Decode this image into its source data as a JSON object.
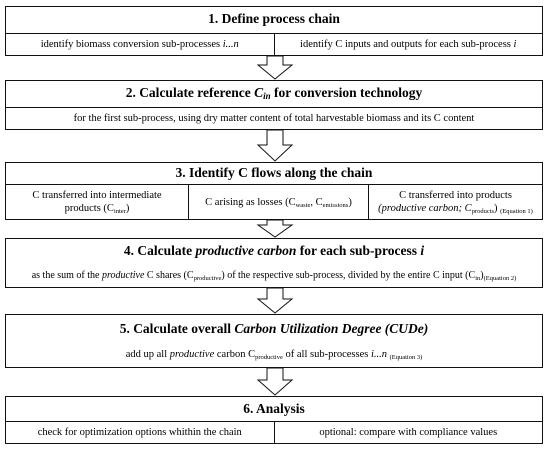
{
  "steps": [
    {
      "title": "1. Define process chain",
      "cells": [
        {
          "text": "identify biomass conversion sub-processes ",
          "ital": "i...n"
        },
        {
          "text": "identify C inputs and outputs for each sub-process ",
          "ital": "i"
        }
      ]
    },
    {
      "title_pre": "2. Calculate reference ",
      "title_sym": "C",
      "title_sub": "in",
      "title_post": " for conversion technology",
      "desc": "for the first sub-process, using dry matter content of total harvestable biomass and its C content"
    },
    {
      "title": "3. Identify C flows along the chain",
      "cells": [
        {
          "line1": "C transferred into intermediate",
          "line2": "products (C",
          "sub": "inter",
          "after": ")"
        },
        {
          "text": "C arising as losses (C",
          "sub1": "waste",
          "mid": ", C",
          "sub2": "emissions",
          "after": ")"
        },
        {
          "line1": "C transferred into products",
          "ital": "(productive carbon; C",
          "sub": "products",
          "after": ")",
          "eq": "(Equation 1)"
        }
      ]
    },
    {
      "title_pre": "4. Calculate ",
      "title_ital": "productive carbon",
      "title_post": " for each sub-process ",
      "title_i": "i",
      "desc_a": "as the sum of the ",
      "desc_ital": "productive",
      "desc_b": " C shares (C",
      "desc_sub": "productive",
      "desc_c": ") of the respective sub-process, divided by the entire C input (C",
      "desc_sub2": "in",
      "desc_d": ")",
      "desc_eq": "(Equation 2)"
    },
    {
      "title_pre": "5. Calculate overall ",
      "title_ital": "Carbon Utilization Degree (CUDe)",
      "desc_a": "add up all ",
      "desc_ital": "productive",
      "desc_b": " carbon C",
      "desc_sub": "productive",
      "desc_c": " of all sub-processes ",
      "desc_ital2": "i...n",
      "desc_eq": "(Equation 3)"
    },
    {
      "title": "6. Analysis",
      "cells": [
        {
          "text": "check for optimization options whithin the chain"
        },
        {
          "text": "optional: compare with compliance values"
        }
      ]
    }
  ]
}
